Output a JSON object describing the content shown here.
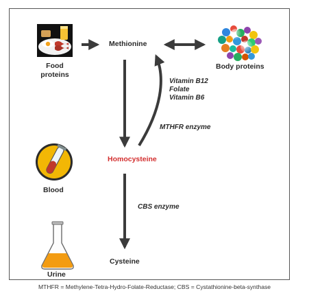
{
  "diagram": {
    "nodes": {
      "food_proteins": "Food\nproteins",
      "methionine": "Methionine",
      "body_proteins": "Body proteins",
      "homocysteine": "Homocysteine",
      "blood": "Blood",
      "cysteine": "Cysteine",
      "urine": "Urine"
    },
    "cofactors": [
      "Vitamin B12",
      "Folate",
      "Vitamin B6"
    ],
    "enzymes": {
      "mthfr": "MTHFR enzyme",
      "cbs": "CBS enzyme"
    },
    "colors": {
      "homocysteine_text": "#d32f2f",
      "arrow": "#3b3b3b",
      "text": "#2a2a2a"
    }
  },
  "footnote": "MTHFR = Methylene-Tetra-Hydro-Folate-Reductase; CBS = Cystathionine-beta-synthase"
}
